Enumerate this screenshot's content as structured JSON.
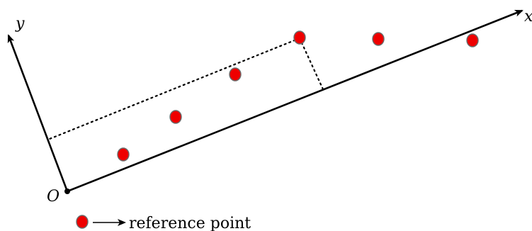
{
  "diagram": {
    "labels": {
      "origin": "O",
      "x_axis": "x",
      "y_axis": "y"
    },
    "legend": {
      "text": "reference point"
    },
    "colors": {
      "point_fill": "#ee0000",
      "point_stroke": "#6b6b6b",
      "line": "#000000"
    },
    "reference_points": [
      {
        "id": 1
      },
      {
        "id": 2
      },
      {
        "id": 3
      },
      {
        "id": 4
      },
      {
        "id": 5
      },
      {
        "id": 6
      }
    ]
  }
}
